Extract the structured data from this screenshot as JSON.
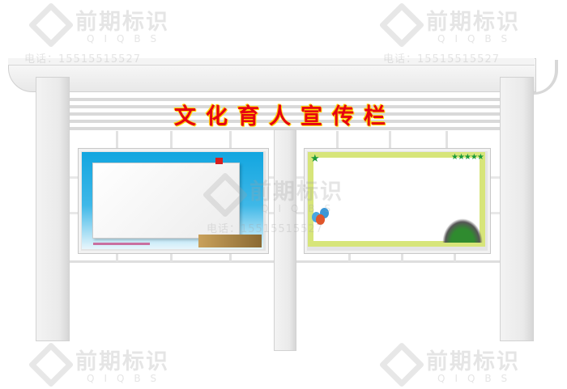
{
  "signboard": {
    "title": "文化育人宣传栏"
  },
  "watermark": {
    "brand": "前期标识",
    "letters": "QIQBS",
    "phone": "电话：15515515527"
  },
  "colors": {
    "title_red": "#e60012",
    "title_outline": "#ffd700",
    "left_panel_blue": "#12a6e0",
    "right_panel_green": "#d7e57a"
  }
}
